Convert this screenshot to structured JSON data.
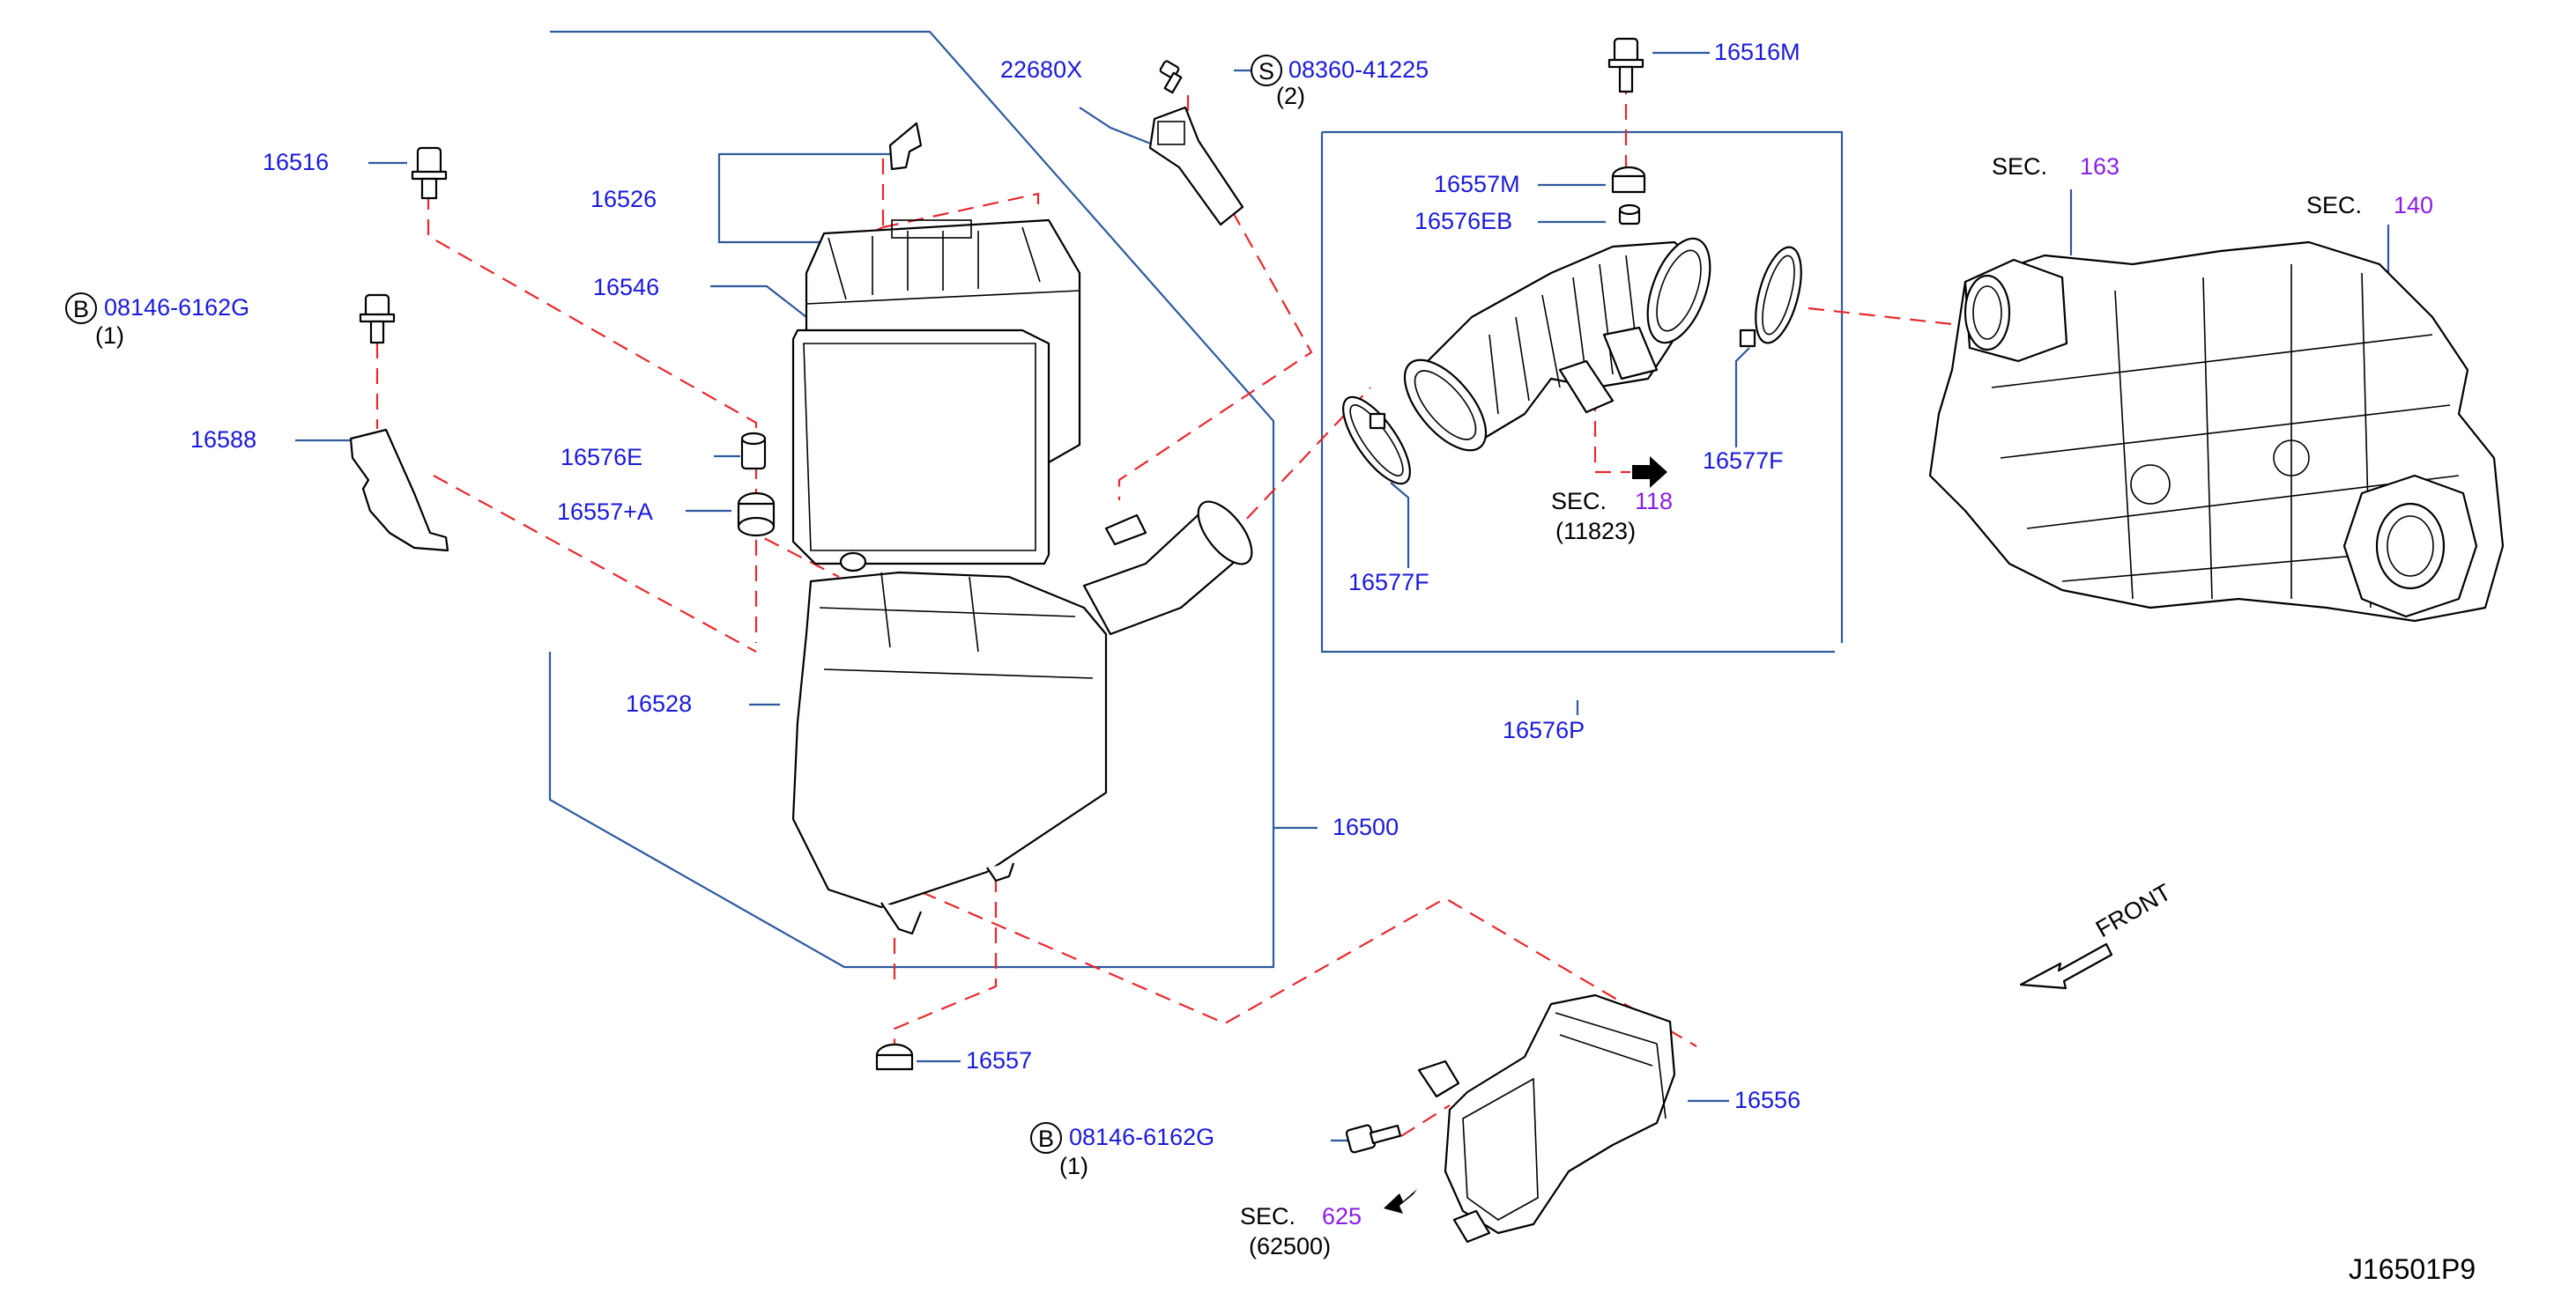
{
  "diagram_id": "J16501P9",
  "front_label": "FRONT",
  "colors": {
    "label": "#1a1adb",
    "section_number": "#8a1ee6",
    "leader": "#2e5a9e",
    "dashed": "#e8282c"
  },
  "parts": {
    "p16516": "16516",
    "p16526": "16526",
    "p16546": "16546",
    "p16576E": "16576E",
    "p16557A": "16557+A",
    "p16528": "16528",
    "p16588": "16588",
    "p16500": "16500",
    "p16557": "16557",
    "p16556": "16556",
    "p22680X": "22680X",
    "p16516M": "16516M",
    "p16557M": "16557M",
    "p16576EB": "16576EB",
    "p16577F_left": "16577F",
    "p16577F_right": "16577F",
    "p16576P": "16576P"
  },
  "fasteners": {
    "bolt_b_upper": {
      "symbol": "B",
      "number": "08146-6162G",
      "qty": "(1)"
    },
    "bolt_b_lower": {
      "symbol": "B",
      "number": "08146-6162G",
      "qty": "(1)"
    },
    "screw_s": {
      "symbol": "S",
      "number": "08360-41225",
      "qty": "(2)"
    }
  },
  "sections": {
    "sec118": {
      "prefix": "SEC.",
      "number": "118",
      "sub": "(11823)"
    },
    "sec625": {
      "prefix": "SEC.",
      "number": "625",
      "sub": "(62500)"
    },
    "sec163": {
      "prefix": "SEC.",
      "number": "163"
    },
    "sec140": {
      "prefix": "SEC.",
      "number": "140"
    }
  }
}
